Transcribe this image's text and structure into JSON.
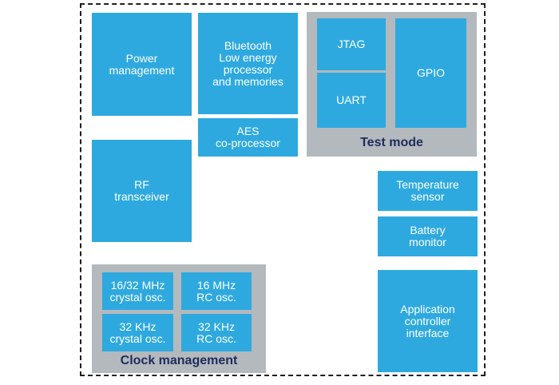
{
  "colors": {
    "block-blue": "#2EA9DF",
    "group-gray": "#B3B9BD",
    "group-label-navy": "#1F2C5E",
    "block-text": "#FFFFFF",
    "boundary-dash": "#1F1F1F",
    "background": "#FFFFFF"
  },
  "blocks": {
    "power": {
      "label": "Power\nmanagement"
    },
    "bluetooth": {
      "label": "Bluetooth\nLow energy\nprocessor\nand memories"
    },
    "aes": {
      "label": "AES\nco-processor"
    },
    "rf": {
      "label": "RF\ntransceiver"
    },
    "temperature": {
      "label": "Temperature\nsensor"
    },
    "battery": {
      "label": "Battery\nmonitor"
    },
    "app_interface": {
      "label": "Application\ncontroller\ninterface"
    }
  },
  "groups": {
    "test_mode": {
      "label": "Test mode",
      "blocks": {
        "jtag": {
          "label": "JTAG"
        },
        "uart": {
          "label": "UART"
        },
        "gpio": {
          "label": "GPIO"
        }
      }
    },
    "clock_management": {
      "label": "Clock management",
      "blocks": {
        "crystal_hs": {
          "label": "16/32 MHz\ncrystal osc."
        },
        "rc_hs": {
          "label": "16 MHz\nRC osc."
        },
        "crystal_ls": {
          "label": "32 KHz\ncrystal osc."
        },
        "rc_ls": {
          "label": "32 KHz\nRC osc."
        }
      }
    }
  }
}
